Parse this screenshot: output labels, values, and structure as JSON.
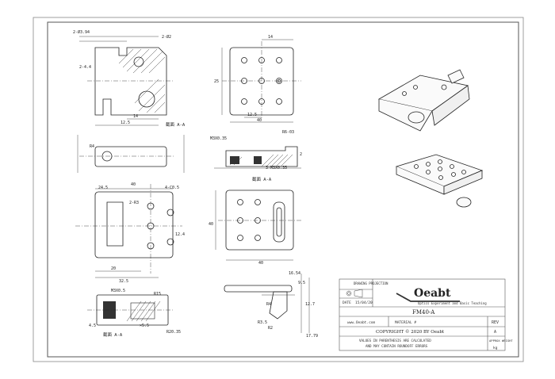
{
  "title_block": {
    "drawing_projection_label": "DRAWING PROJECTION",
    "date_label": "DATE",
    "date_value": "15/04/20",
    "logo_text": "Oeabt",
    "logo_tagline": "Optics Experiment and Basic Teaching",
    "part_number": "FM40-A",
    "website": "www.Oeabt.com",
    "material_label": "MATERIAL #",
    "rev_label": "REV",
    "rev_value": "A",
    "copyright": "COPYRIGHT © 2020 BY Oeabt",
    "note_line1": "VALUES IN PARENTHESIS ARE CALCULATED",
    "note_line2": "AND MAY CONTAIN ROUNDOFF ERRORS",
    "approx_weight_label": "APPROX WEIGHT",
    "weight_unit": "kg"
  },
  "section_labels": {
    "a_a_1": "截面 A-A",
    "a_a_2": "截面 A-A",
    "a_a_3": "截面 A-A"
  },
  "dimensions": {
    "v1_top1": "2-Ø3.94",
    "v1_top2": "2-Ø2",
    "v1_left": "2-4.4",
    "v1_bottom_a": "14",
    "v1_bottom_b": "12.5",
    "v2_top": "14",
    "v2_left": "25",
    "v2_bottom_a": "12.5",
    "v2_bottom_b": "40",
    "v3_r": "R4",
    "v3_m": "M3X0.35",
    "v3_r6": "R6-03",
    "v3_m3": "3-M3X0.35",
    "v3_2": "2",
    "v4_left": "24.5",
    "v4_top": "40",
    "v4_c": "4-C0.5",
    "v4_r": "2-R3",
    "v4_b1": "20",
    "v4_b2": "32.5",
    "v4_side": "12.4",
    "v5_left": "40",
    "v5_bottom": "40",
    "v6_a": "16.54",
    "v6_b": "9.5",
    "v6_c": "17.79",
    "v6_d": "12.7",
    "v6_r": "R3.5",
    "v6_r2": "R2",
    "v6_r4": "R4",
    "v7_m": "M3X0.5",
    "v7_d": "×5.5",
    "v7_r": "R15",
    "v7_h": "4.5",
    "v7_r2": "R20.35"
  }
}
